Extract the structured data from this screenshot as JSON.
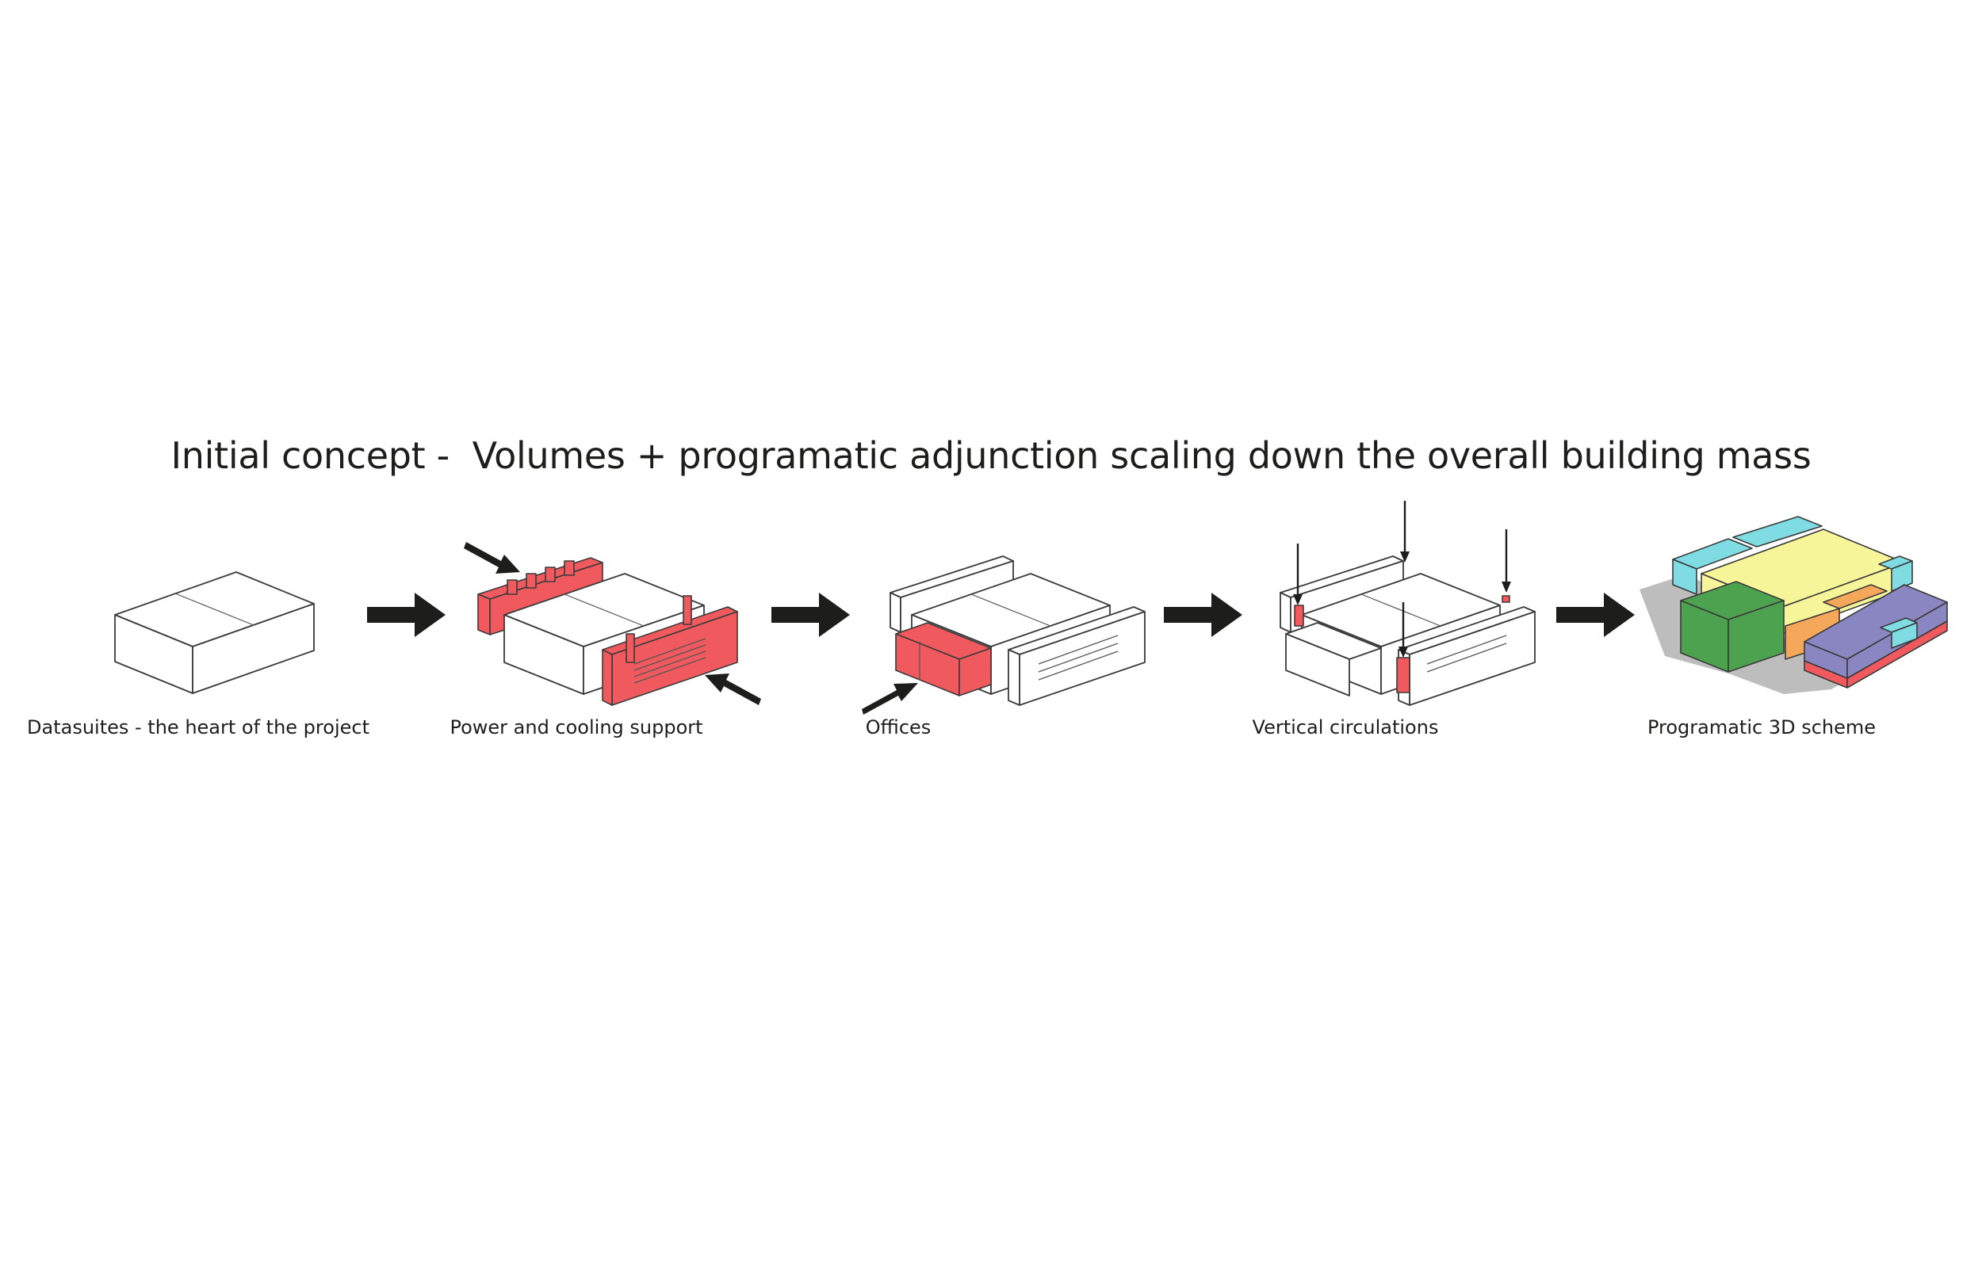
{
  "title": "Initial concept -  Volumes + programatic adjunction scaling down the overall building mass",
  "steps": [
    {
      "label": "Datasuites - the heart of the project"
    },
    {
      "label": "Power and cooling support"
    },
    {
      "label": "Offices"
    },
    {
      "label": "Vertical circulations"
    },
    {
      "label": "Programatic 3D scheme"
    }
  ],
  "colors": {
    "highlight": "#f05a5e",
    "arrow": "#1d1d1b",
    "outline": "#3a3a3a",
    "cyan": "#7fdce2",
    "yellow": "#f7f59a",
    "orange": "#f6a85a",
    "purple": "#8a86c2",
    "green": "#4da24f",
    "red": "#e54b4b",
    "shadow": "#bdbdbd"
  }
}
